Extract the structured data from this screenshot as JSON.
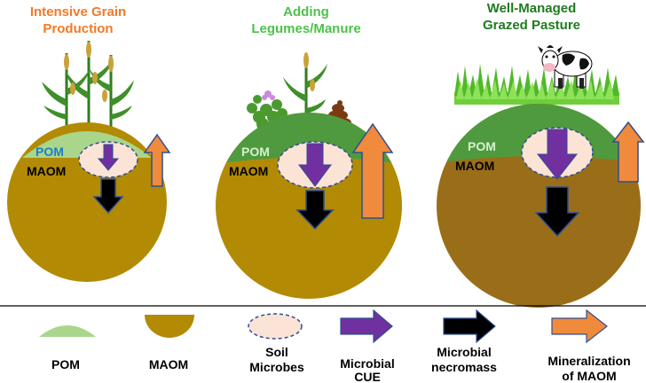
{
  "panels": [
    {
      "title_lines": [
        "Intensive Grain",
        "Production"
      ],
      "title_color": "#f07a28",
      "pom_label": "POM",
      "maom_label": "MAOM"
    },
    {
      "title_lines": [
        "Adding",
        "Legumes/Manure"
      ],
      "title_color": "#4cc24a",
      "pom_label": "POM",
      "maom_label": "MAOM"
    },
    {
      "title_lines": [
        "Well-Managed",
        "Grazed Pasture"
      ],
      "title_color": "#1f7a1f",
      "pom_label": "POM",
      "maom_label": "MAOM"
    }
  ],
  "legend": {
    "pom": "POM",
    "maom": "MAOM",
    "soil_microbes": [
      "Soil",
      "Microbes"
    ],
    "microbial_cue": [
      "Microbial",
      "CUE"
    ],
    "microbial_necromass": [
      "Microbial",
      "necromass"
    ],
    "mineralization": [
      "Mineralization",
      "of MAOM"
    ]
  },
  "colors": {
    "pom_light": "#a9d68b",
    "pom_dark": "#4f9a3e",
    "maom": "#b38a04",
    "maom_dark": "#9a6e18",
    "microbes_fill": "#fbe3d6",
    "cue_arrow": "#7030a0",
    "necromass_arrow": "#000000",
    "mineralization_arrow": "#f08a3c",
    "arrow_outline": "#2f4f8f",
    "pom_label_blue": "#1e7fc8"
  }
}
